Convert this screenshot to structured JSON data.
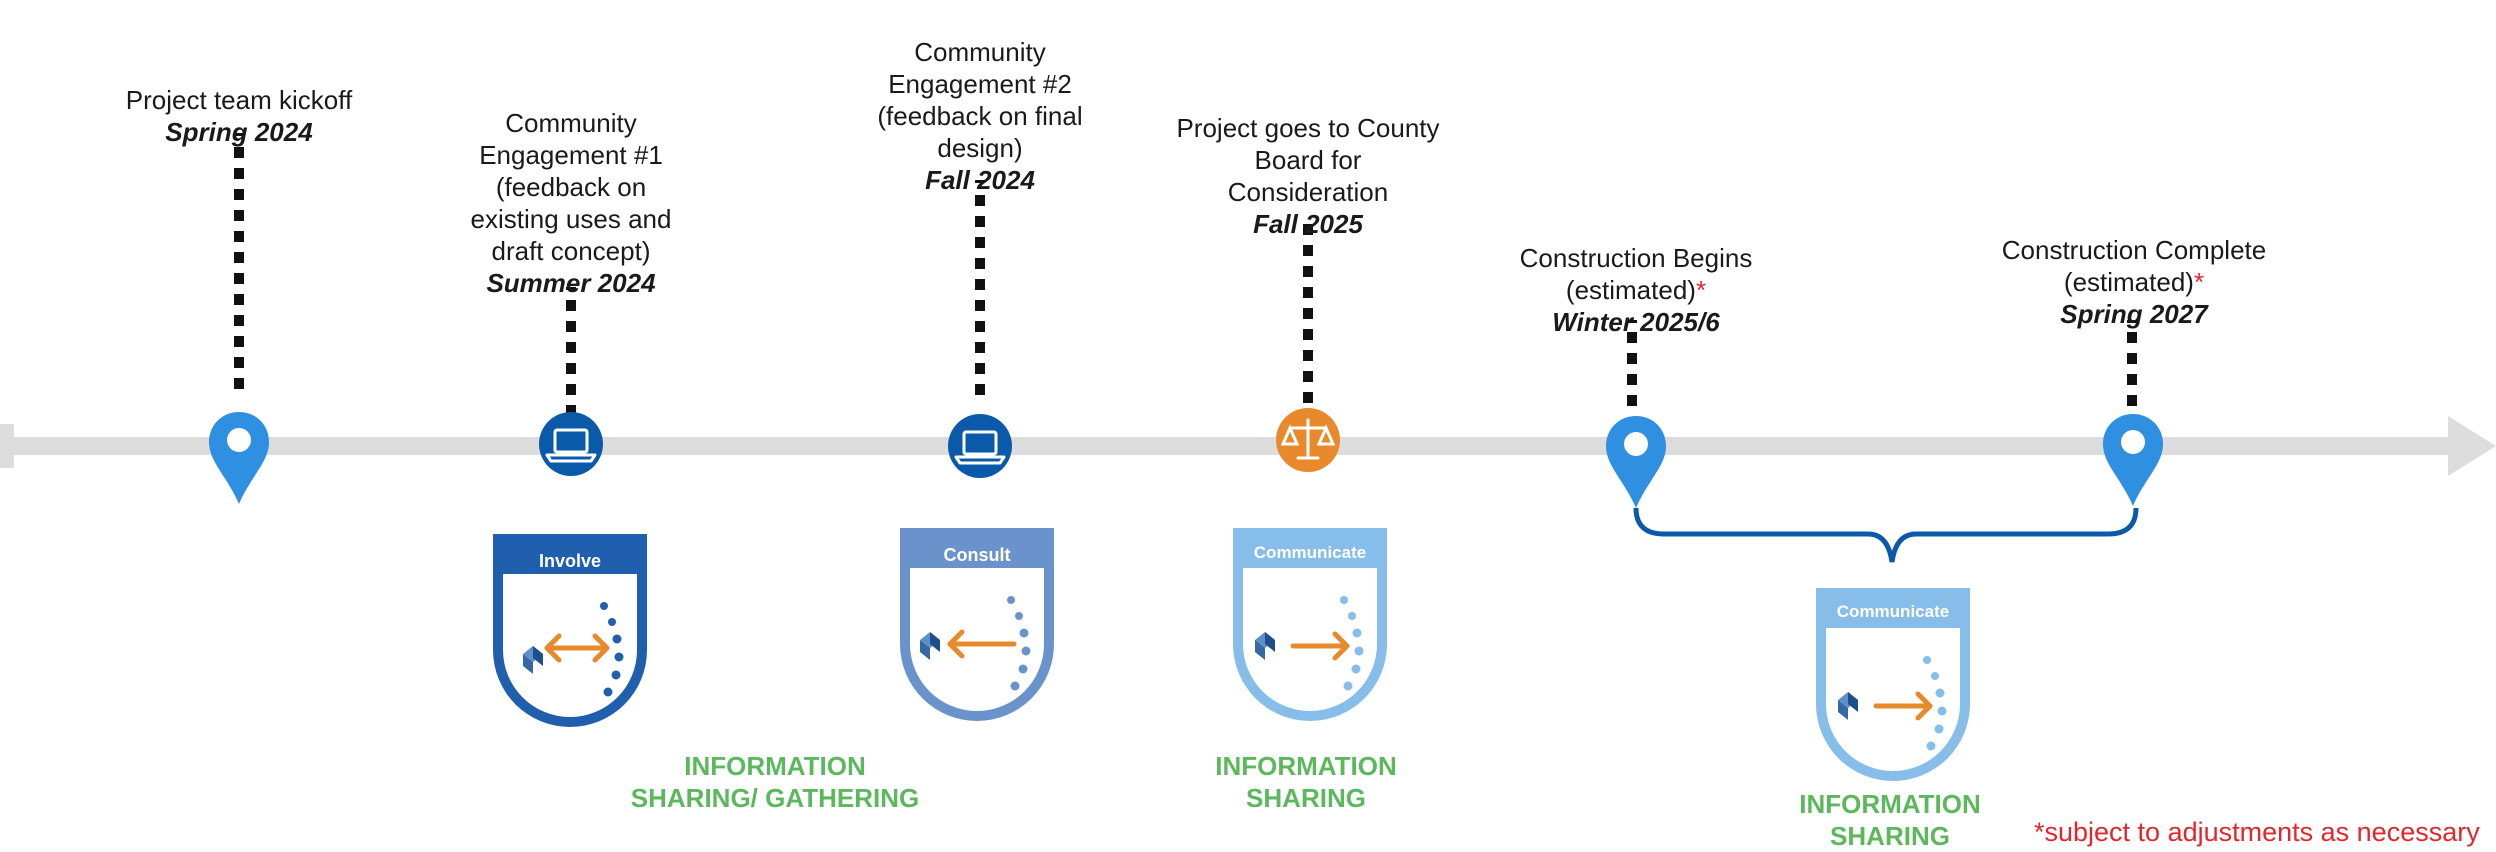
{
  "milestones": [
    {
      "id": "kickoff",
      "title": "Project team kickoff",
      "date": "Spring 2024",
      "asterisk": ""
    },
    {
      "id": "engagement1",
      "title": "Community\nEngagement #1\n(feedback on\nexisting uses and\ndraft concept)",
      "date": "Summer 2024",
      "asterisk": ""
    },
    {
      "id": "engagement2",
      "title": "Community\nEngagement #2\n(feedback on final\ndesign)",
      "date": "Fall 2024",
      "asterisk": ""
    },
    {
      "id": "county-board",
      "title": "Project goes to County\nBoard for\nConsideration",
      "date": "Fall 2025",
      "asterisk": ""
    },
    {
      "id": "construction-begins",
      "title": "Construction Begins\n(estimated)",
      "date": "Winter 2025/6",
      "asterisk": "*"
    },
    {
      "id": "construction-complete",
      "title": "Construction Complete\n(estimated)",
      "date": "Spring 2027",
      "asterisk": "*"
    }
  ],
  "badges": [
    {
      "id": "involve",
      "label": "Involve"
    },
    {
      "id": "consult",
      "label": "Consult"
    },
    {
      "id": "communicate-1",
      "label": "Communicate"
    },
    {
      "id": "communicate-2",
      "label": "Communicate"
    }
  ],
  "phases": [
    {
      "id": "sharing-gathering",
      "label": "INFORMATION\nSHARING/ GATHERING"
    },
    {
      "id": "sharing-1",
      "label": "INFORMATION\nSHARING"
    },
    {
      "id": "sharing-2",
      "label": "INFORMATION\nSHARING"
    }
  ],
  "footnote": "*subject to adjustments as necessary",
  "icons": {
    "pin": "map-pin-icon",
    "laptop": "laptop-icon",
    "scale": "scale-of-justice-icon"
  },
  "colors": {
    "pin": "#2f8fe0",
    "laptop_circle": "#0b5aa9",
    "scale_circle": "#e8892b",
    "timeline": "#dcdcdc",
    "involve": "#1f5fad",
    "consult": "#6a93cc",
    "communicate": "#86bde9",
    "phase_text": "#5cb85c",
    "footnote": "#e3262b"
  }
}
